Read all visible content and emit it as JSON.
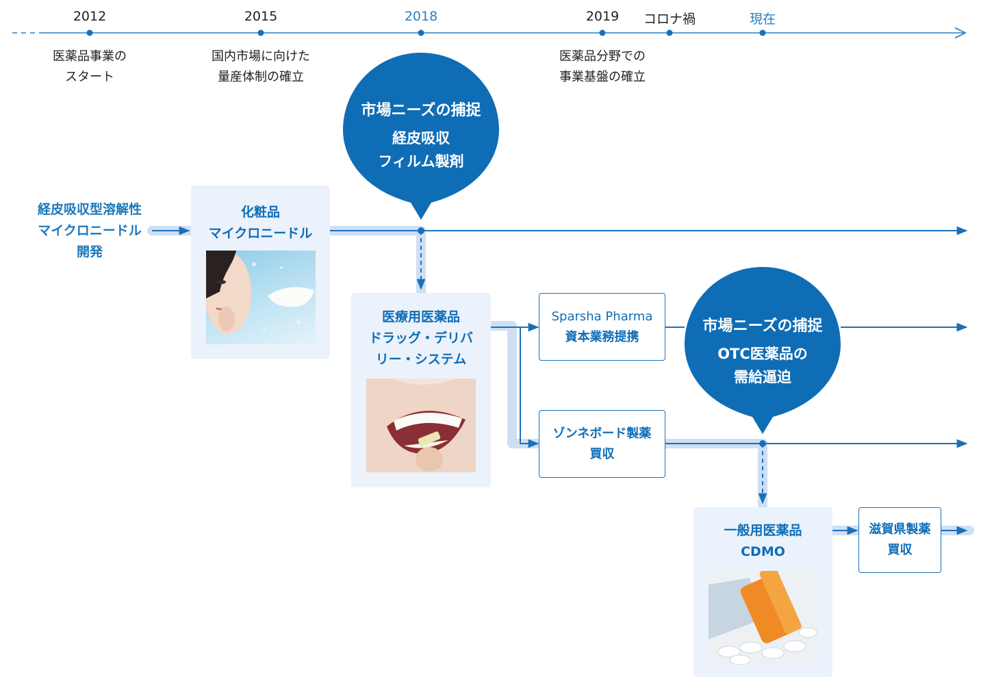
{
  "timeline": {
    "years": [
      "2012",
      "2015",
      "2018",
      "2019",
      "コロナ禍",
      "現在"
    ],
    "milestones": [
      {
        "lines": [
          "医薬品事業の",
          "スタート"
        ]
      },
      {
        "lines": [
          "国内市場に向けた",
          "量産体制の確立"
        ]
      },
      {
        "lines": [
          "医薬品分野での",
          "事業基盤の確立"
        ]
      }
    ]
  },
  "origin": {
    "lines": [
      "経皮吸収型溶解性",
      "マイクロニードル",
      "開発"
    ]
  },
  "bubbles": [
    {
      "title": "市場ニーズの捕捉",
      "lines": [
        "経皮吸収",
        "フィルム製剤"
      ]
    },
    {
      "title": "市場ニーズの捕捉",
      "lines": [
        "OTC医薬品の",
        "需給逼迫"
      ]
    }
  ],
  "panels": [
    {
      "lines": [
        "化粧品",
        "マイクロニードル"
      ],
      "photo": "woman-with-under-eye-patch-photo"
    },
    {
      "lines": [
        "医療用医薬品",
        "ドラッグ・デリバ",
        "リー・システム"
      ],
      "photo": "woman-placing-oral-film-photo"
    },
    {
      "lines": [
        "一般用医薬品",
        "CDMO"
      ],
      "photo": "pill-bottle-and-tablets-photo"
    }
  ],
  "boxes": [
    {
      "line1": "Sparsha Pharma",
      "line2": "資本業務提携"
    },
    {
      "line1": "ゾンネボード製薬",
      "line2": "買収"
    },
    {
      "line1": "滋賀県製薬",
      "line2": "買収"
    }
  ],
  "colors": {
    "primary": "#0f6db6",
    "pale_band": "#cfdff3",
    "panel_bg": "#ebf2fb",
    "text": "#1f1f1f",
    "accent_year": "#2a7fc0"
  }
}
